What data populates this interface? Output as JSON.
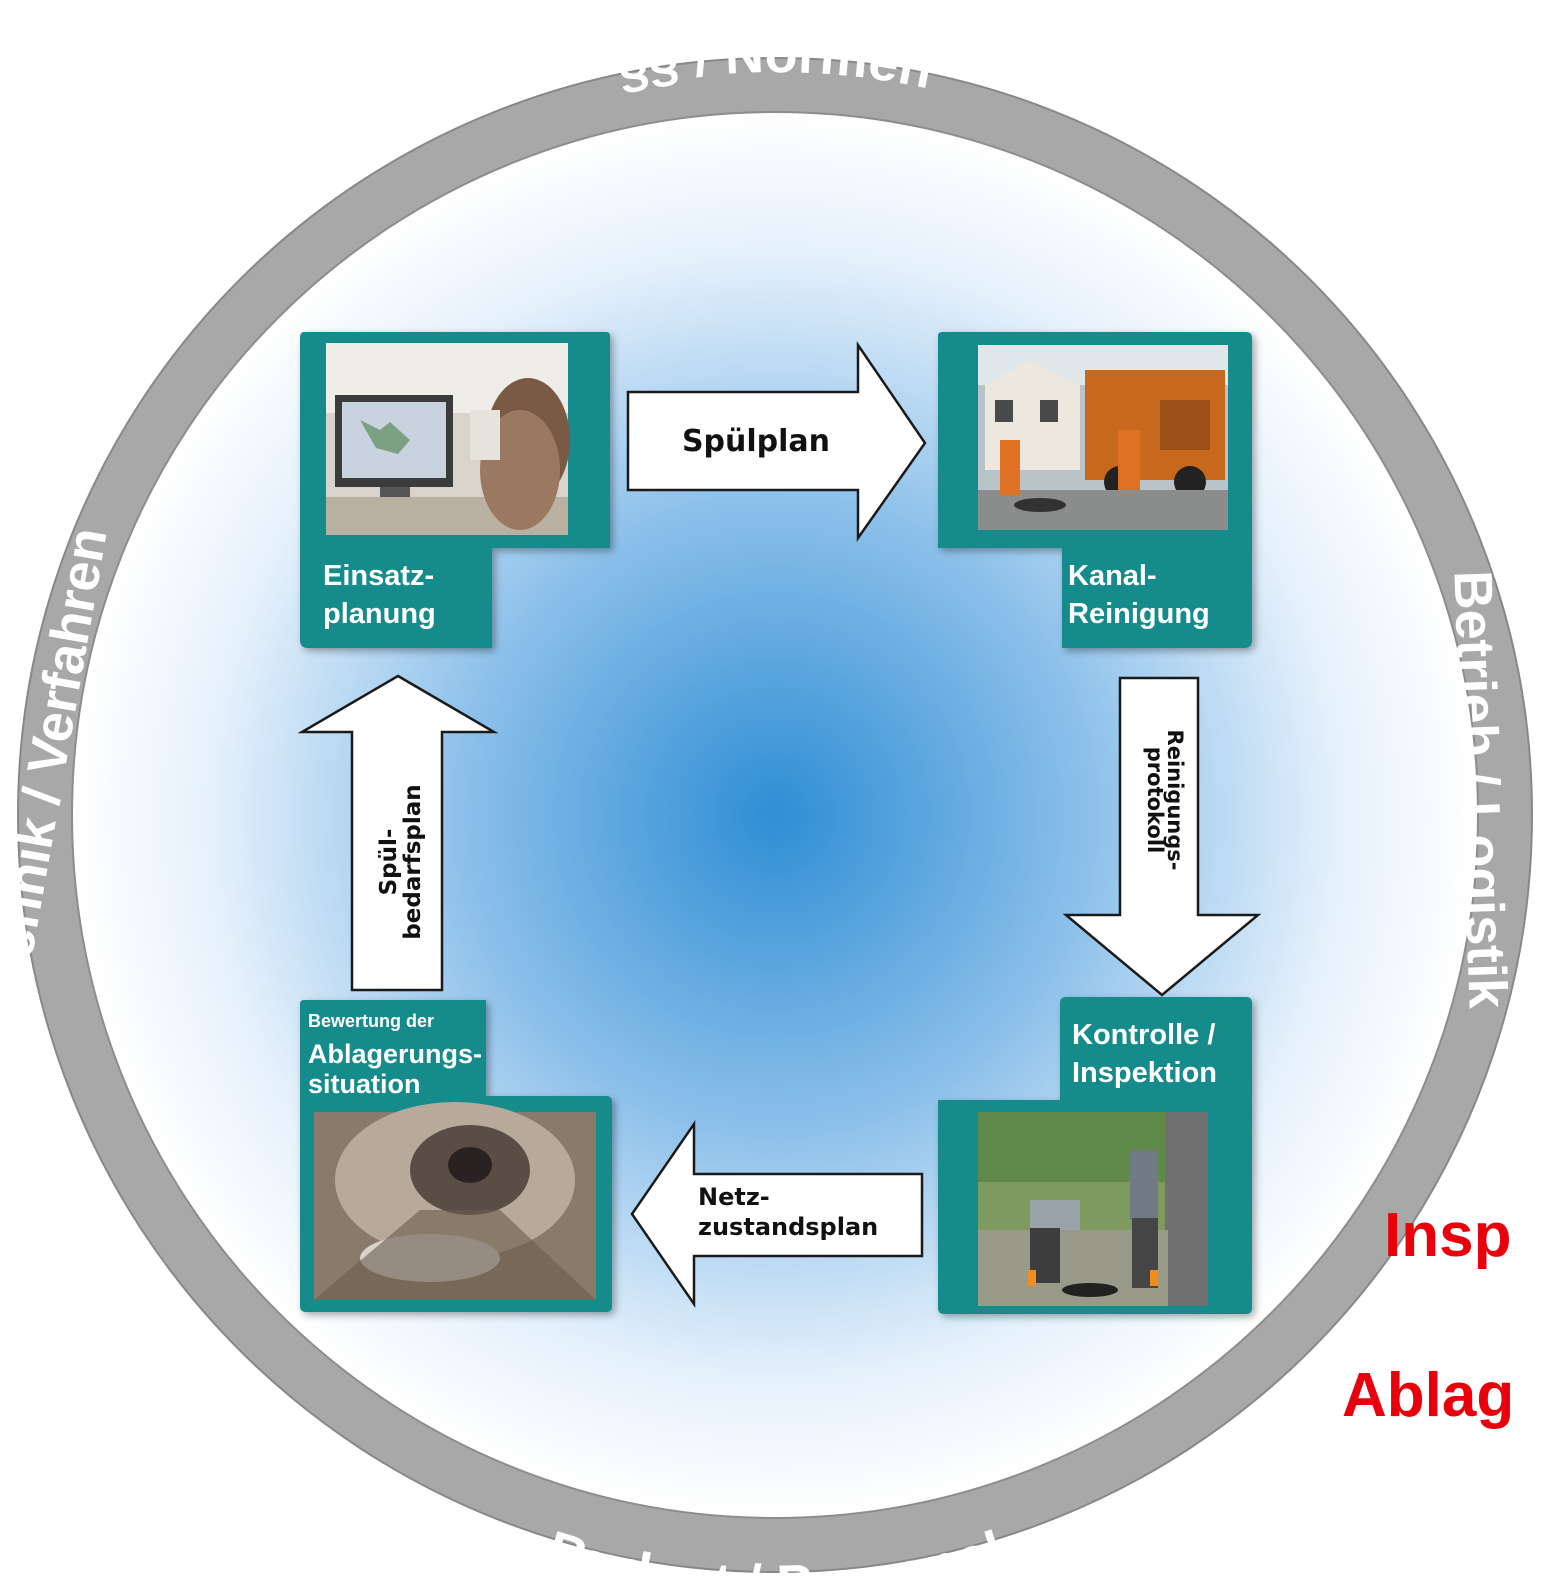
{
  "ring": {
    "top": "§§ / Normen",
    "right": "Betrieb / Logistik",
    "bottom": "Budget / Personal",
    "left": "Technik / Verfahren"
  },
  "steps": {
    "einsatzplanung": {
      "line1": "Einsatz-",
      "line2": "planung",
      "photo": "office-computer-photo"
    },
    "kanalreinigung": {
      "line1": "Kanal-",
      "line2": "Reinigung",
      "photo": "cleaning-truck-photo"
    },
    "kontrolle": {
      "line1": "Kontrolle /",
      "line2": "Inspektion",
      "photo": "manhole-inspection-photo"
    },
    "bewertung": {
      "line1": "Bewertung der",
      "line2": "Ablagerungs-",
      "line3": "situation",
      "photo": "sewer-pipe-interior-photo"
    }
  },
  "arrows": {
    "top": "Spülplan",
    "right": {
      "line1": "Reinigungs-",
      "line2": "protokoll"
    },
    "bottom": {
      "line1": "Netz-",
      "line2": "zustandsplan"
    },
    "left": {
      "line1": "Spül-",
      "line2": "bedarfsplan"
    }
  },
  "side_text": {
    "line1": "Insp",
    "line2": "Ablag"
  },
  "colors": {
    "panel": "#138b8c",
    "ring": "#9b9b9b",
    "accent": "#e8000b",
    "center": "#2f8ed4"
  }
}
